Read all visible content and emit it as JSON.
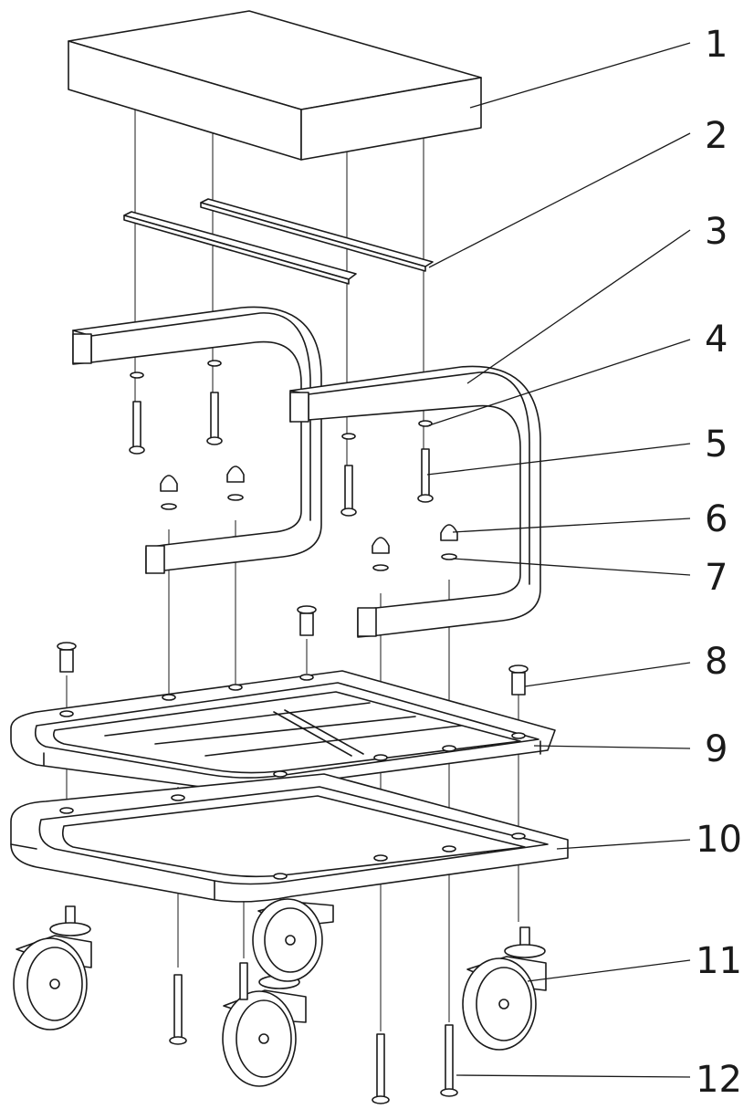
{
  "diagram": {
    "labels": [
      {
        "id": "part-1",
        "text": "1"
      },
      {
        "id": "part-2",
        "text": "2"
      },
      {
        "id": "part-3",
        "text": "3"
      },
      {
        "id": "part-4",
        "text": "4"
      },
      {
        "id": "part-5",
        "text": "5"
      },
      {
        "id": "part-6",
        "text": "6"
      },
      {
        "id": "part-7",
        "text": "7"
      },
      {
        "id": "part-8",
        "text": "8"
      },
      {
        "id": "part-9",
        "text": "9"
      },
      {
        "id": "part-10",
        "text": "10"
      },
      {
        "id": "part-11",
        "text": "11"
      },
      {
        "id": "part-12",
        "text": "12"
      }
    ]
  }
}
